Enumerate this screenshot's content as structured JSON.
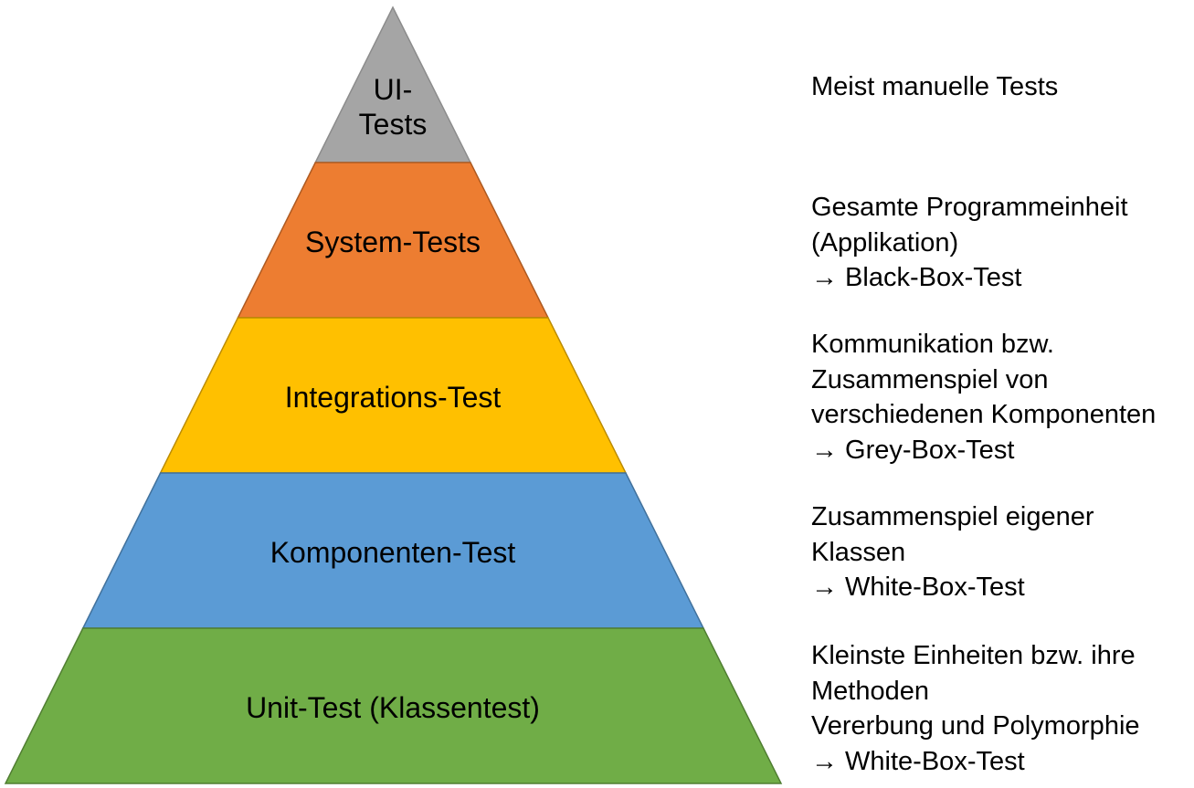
{
  "pyramid": {
    "levels": [
      {
        "id": "ui",
        "label_lines": [
          "UI-",
          "Tests"
        ],
        "color": "#A5A5A5",
        "description": [
          "Meist manuelle Tests"
        ]
      },
      {
        "id": "system",
        "label_lines": [
          "System-Tests"
        ],
        "color": "#ED7D31",
        "description": [
          "Gesamte Programmeinheit",
          "(Applikation)",
          "→ Black-Box-Test"
        ]
      },
      {
        "id": "integration",
        "label_lines": [
          "Integrations-Test"
        ],
        "color": "#FFC000",
        "description": [
          "Kommunikation bzw.",
          "Zusammenspiel von",
          "verschiedenen Komponenten",
          "→ Grey-Box-Test"
        ]
      },
      {
        "id": "component",
        "label_lines": [
          "Komponenten-Test"
        ],
        "color": "#5B9BD5",
        "description": [
          "Zusammenspiel eigener",
          "Klassen",
          "→ White-Box-Test"
        ]
      },
      {
        "id": "unit",
        "label_lines": [
          "Unit-Test (Klassentest)"
        ],
        "color": "#70AD47",
        "description": [
          "Kleinste Einheiten bzw. ihre",
          "Methoden",
          "Vererbung und Polymorphie",
          "→ White-Box-Test"
        ]
      }
    ]
  }
}
